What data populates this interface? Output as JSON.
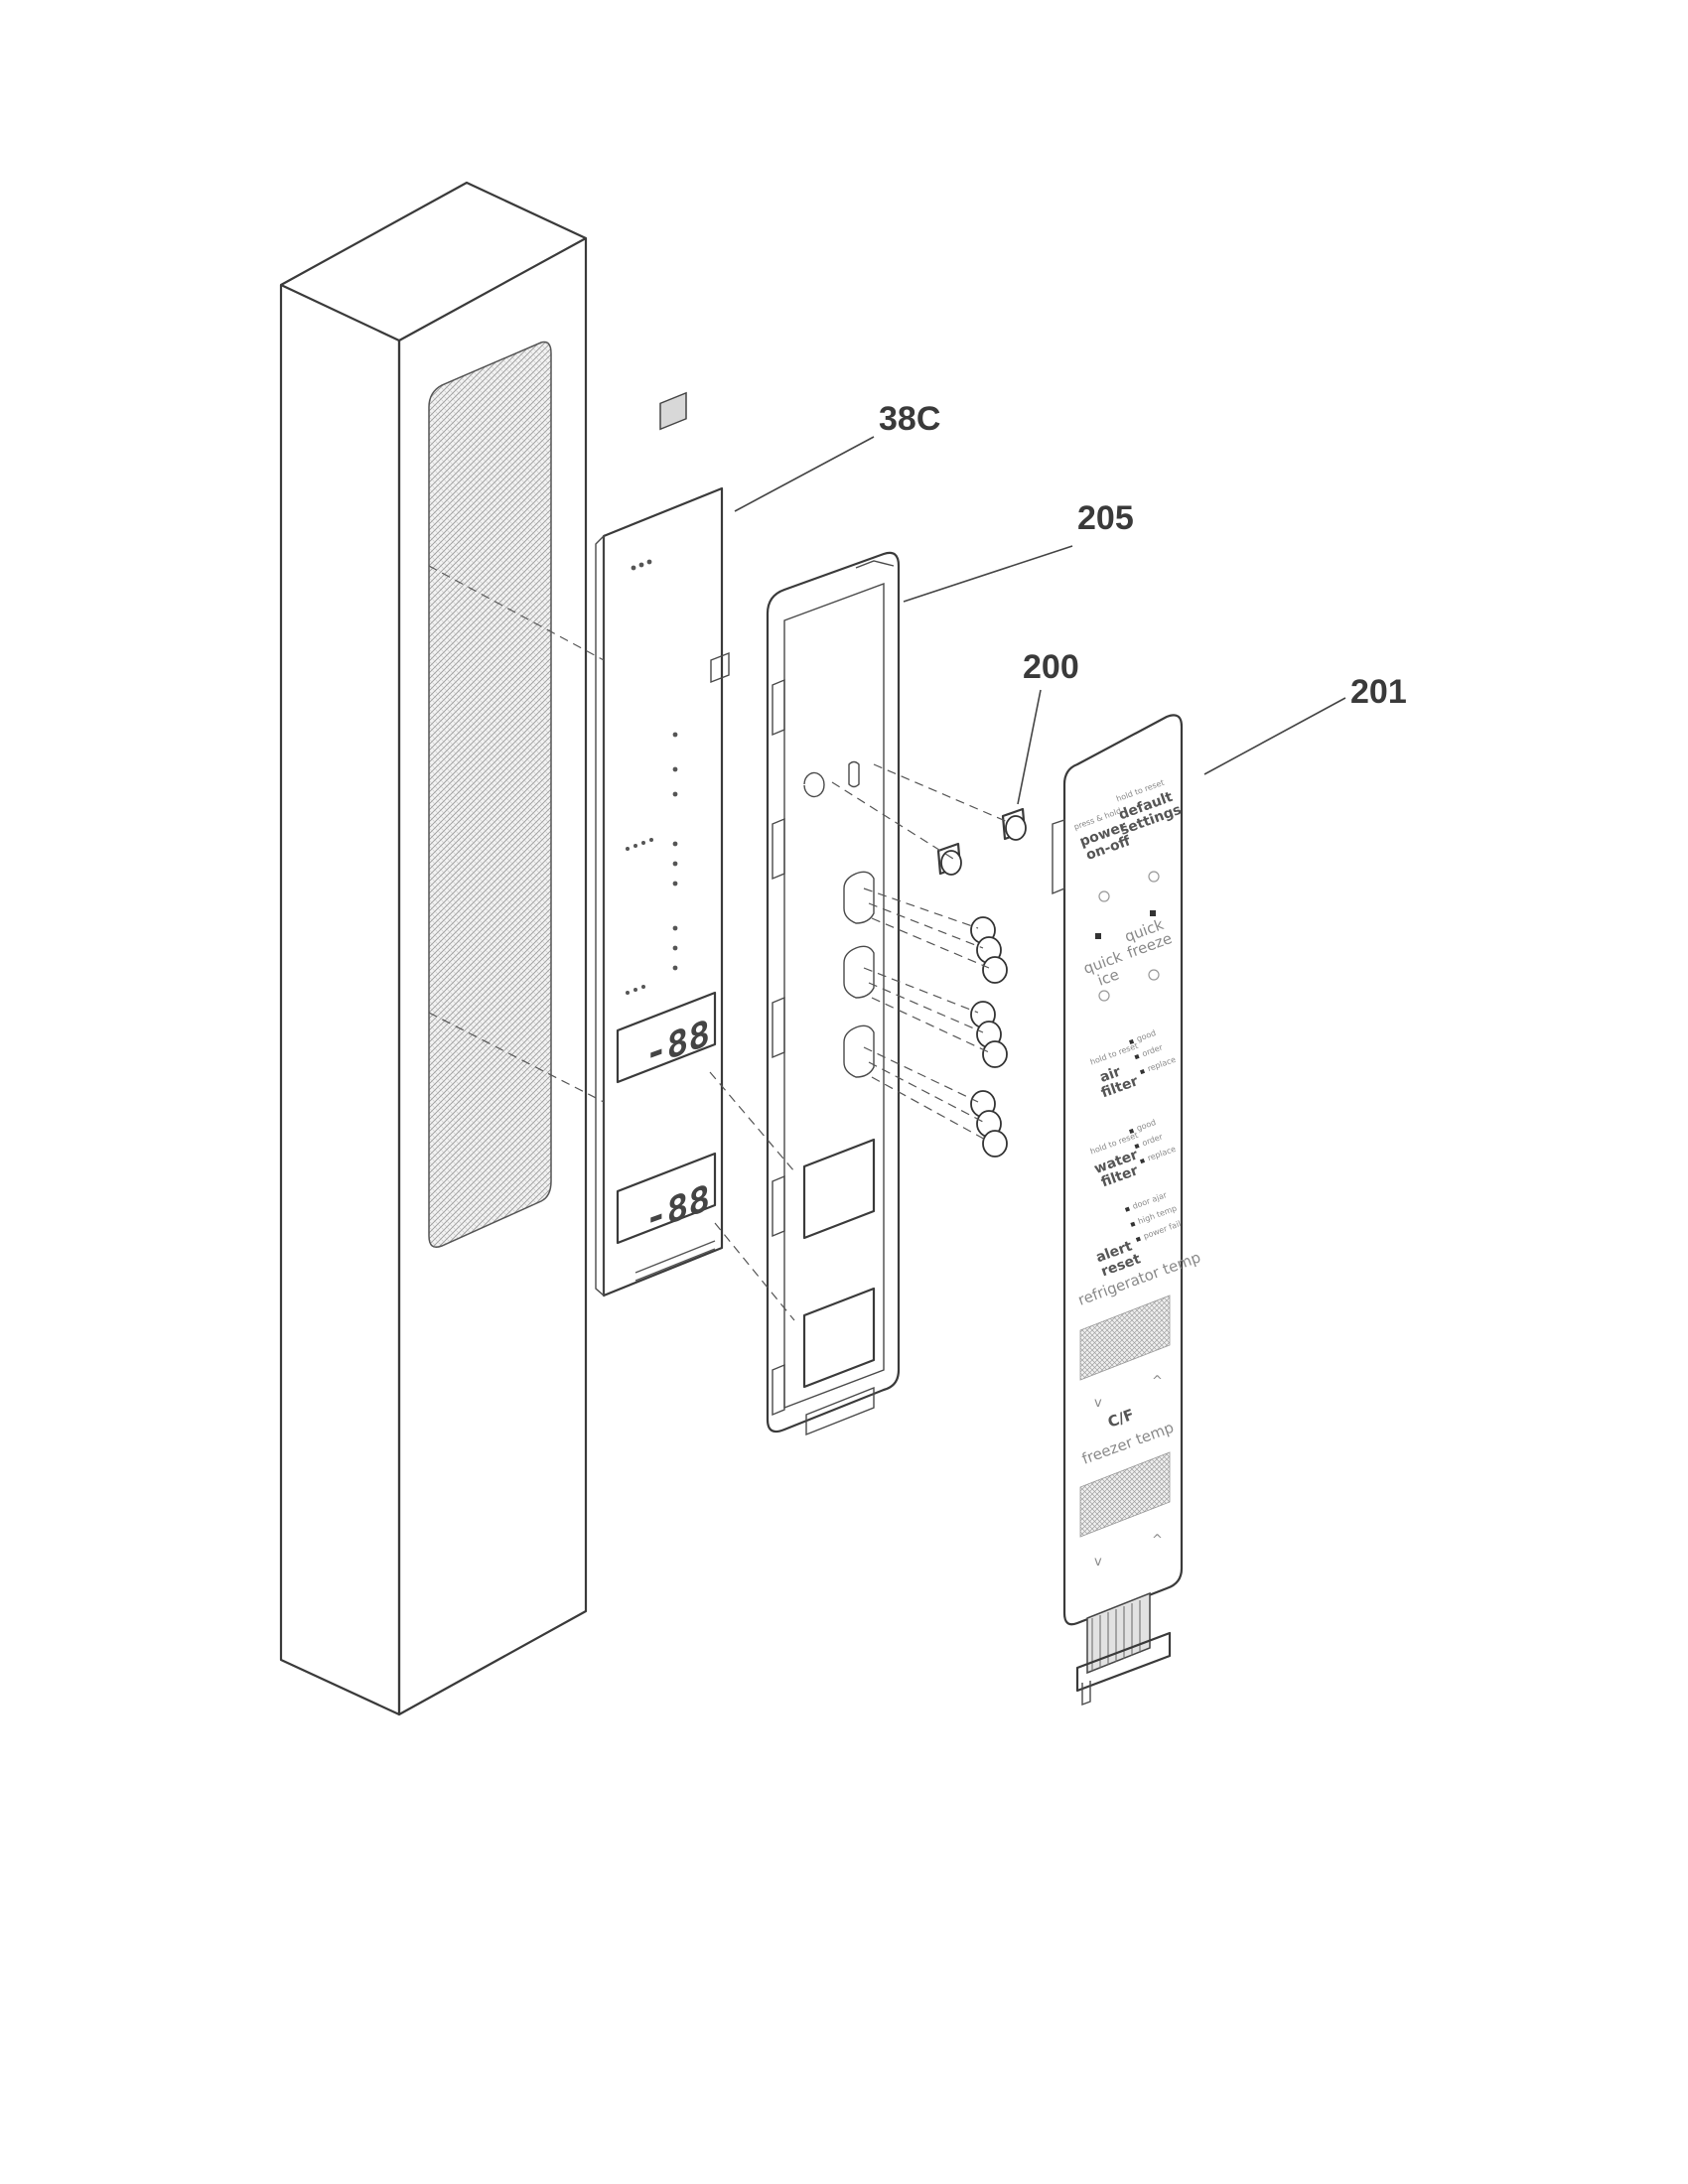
{
  "callouts": {
    "board": "38C",
    "bezel": "205",
    "screws": "200",
    "overlay": "201"
  },
  "display": {
    "upper": "-88",
    "lower": "-88"
  },
  "overlay": {
    "power_hint": "press & hold",
    "power_line1": "power",
    "power_line2": "on-off",
    "default_hint": "hold to reset",
    "default_line1": "default",
    "default_line2": "settings",
    "quick_ice_line1": "quick",
    "quick_ice_line2": "ice",
    "quick_freeze_line1": "quick",
    "quick_freeze_line2": "freeze",
    "air_hint": "hold to reset",
    "air_line1": "air",
    "air_line2": "filter",
    "air_status": [
      "good",
      "order",
      "replace"
    ],
    "water_hint": "hold to reset",
    "water_line1": "water",
    "water_line2": "filter",
    "water_status": [
      "good",
      "order",
      "replace"
    ],
    "alert_status": [
      "door ajar",
      "high temp",
      "power fail"
    ],
    "alert_line1": "alert",
    "alert_line2": "reset",
    "refrigerator_label": "refrigerator temp",
    "cf_label": "C/F",
    "freezer_label": "freezer temp",
    "down_arrow": "v",
    "up_arrow": "^"
  }
}
